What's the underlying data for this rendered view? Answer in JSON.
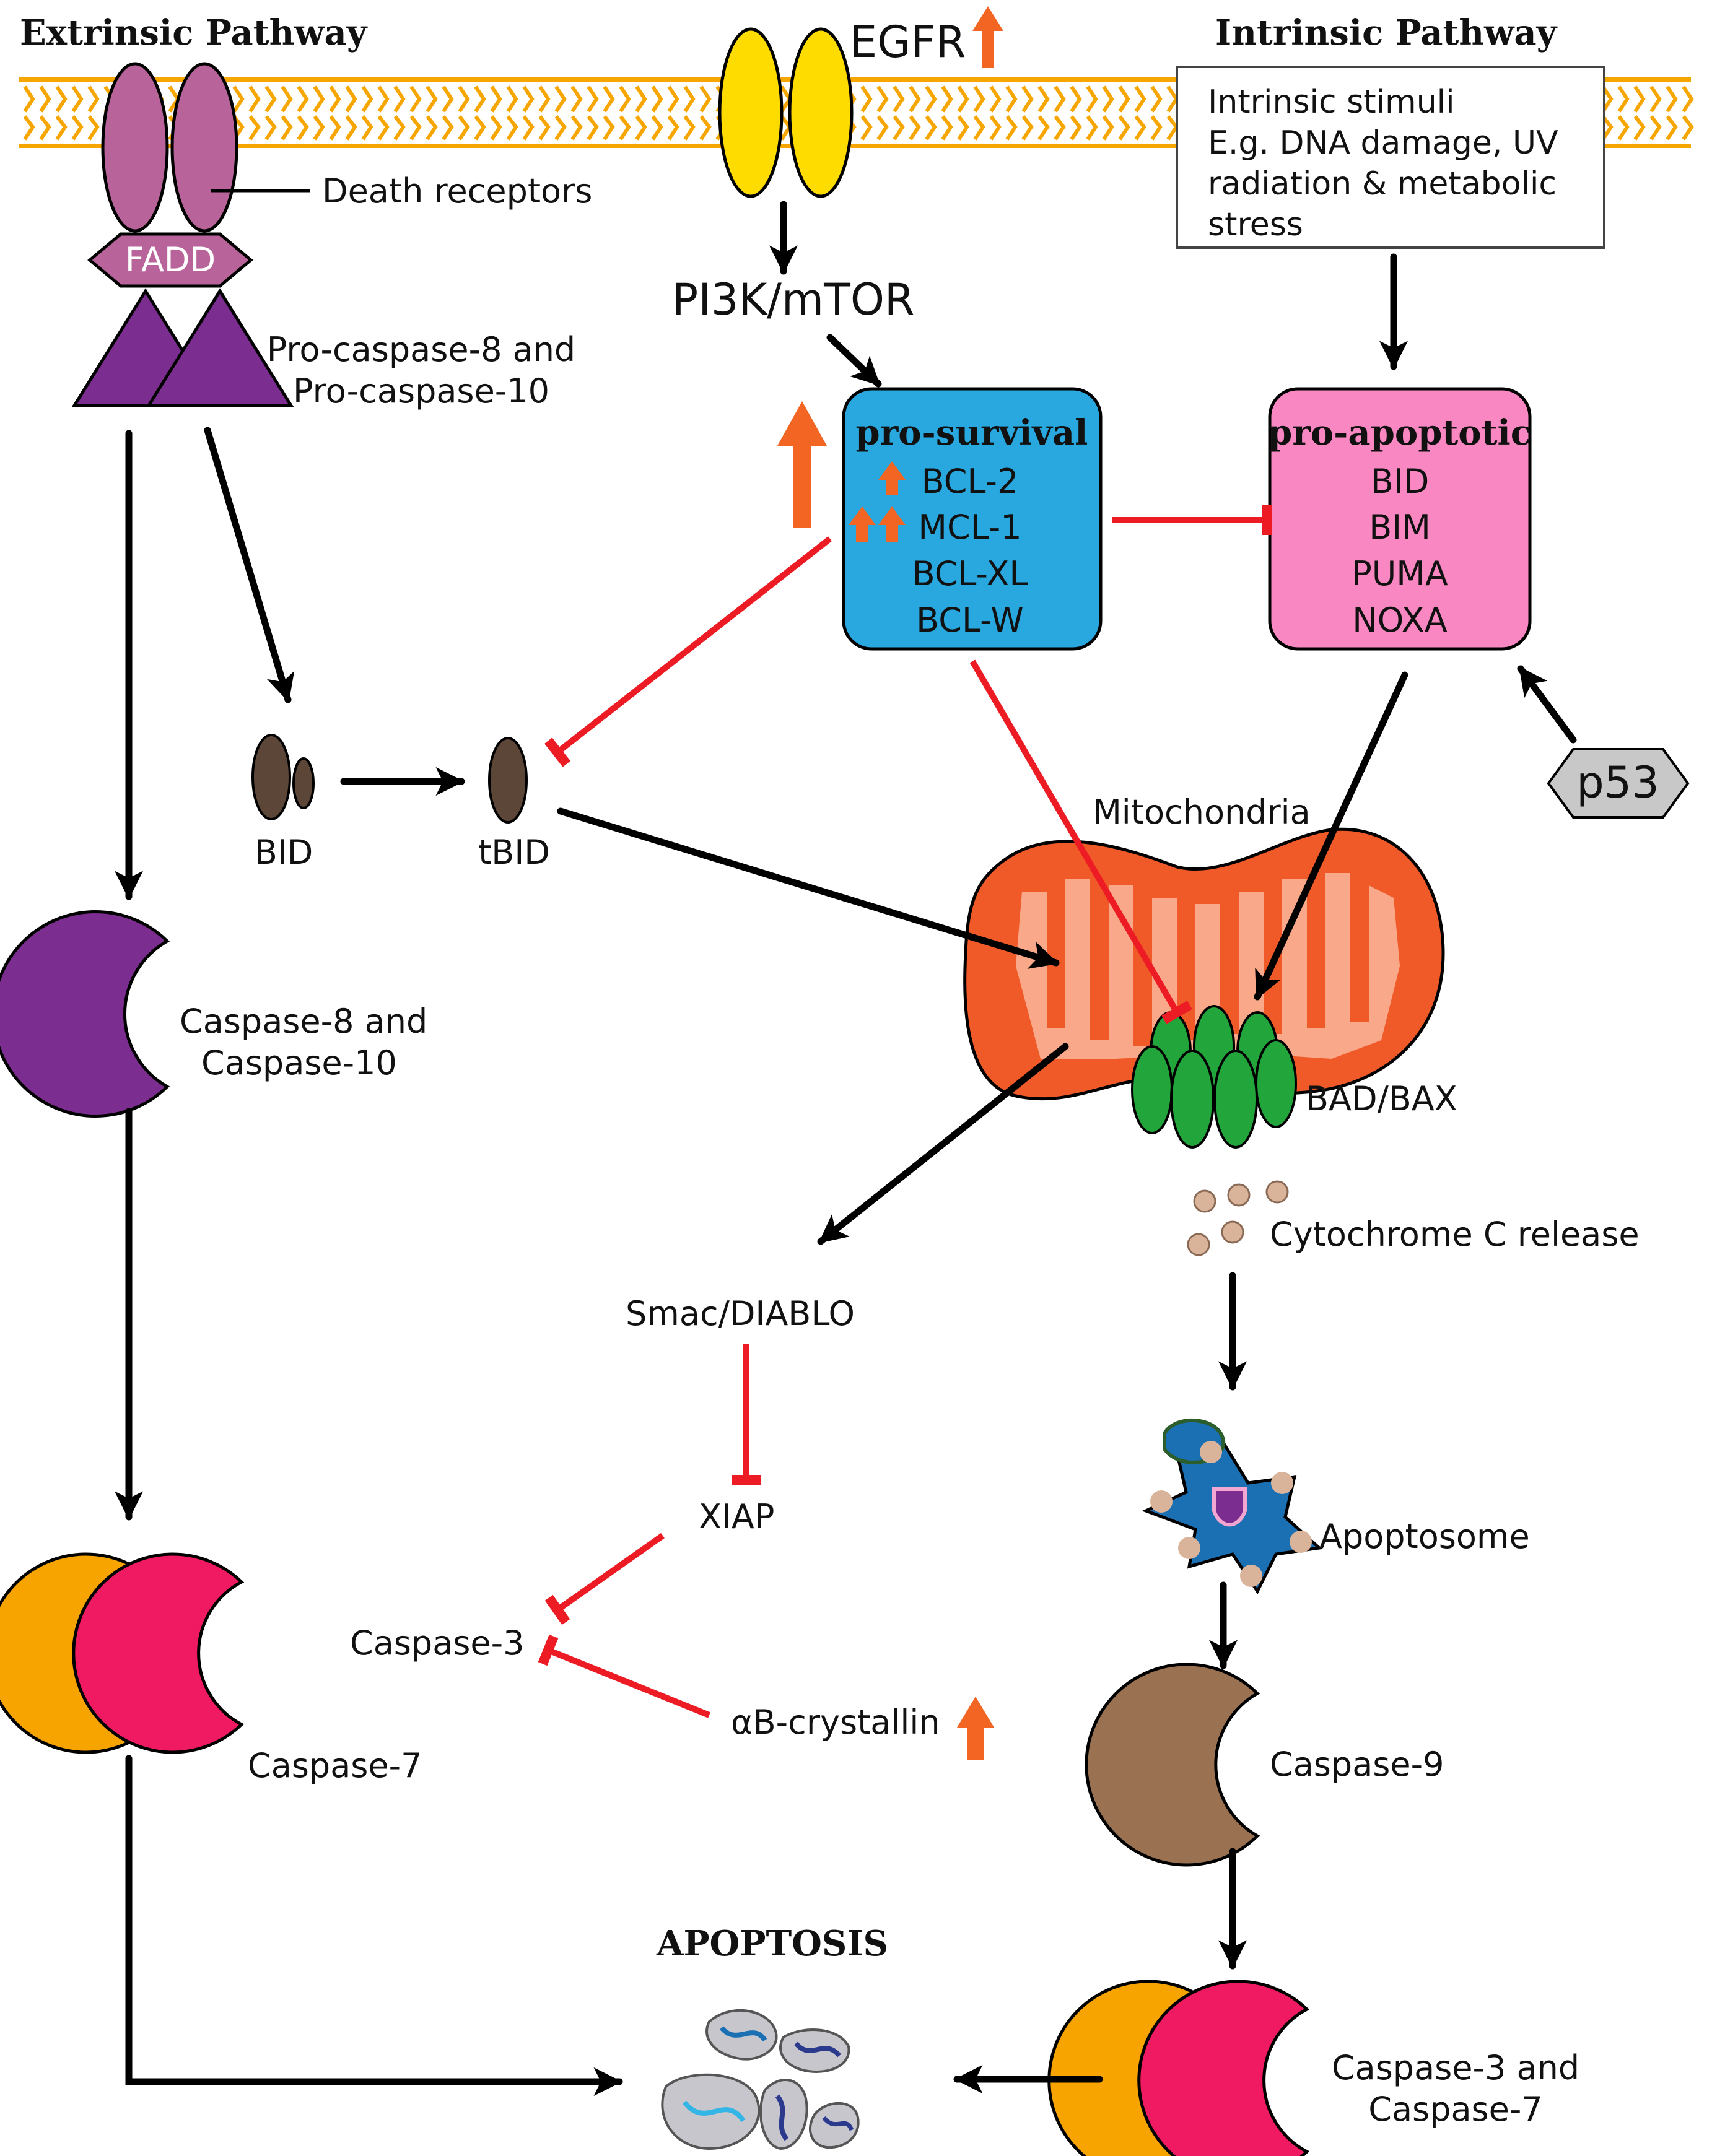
{
  "headers": {
    "extrinsic": "Extrinsic Pathway",
    "intrinsic": "Intrinsic Pathway",
    "apoptosis": "APOPTOSIS"
  },
  "membrane": {
    "egfr": "EGFR",
    "death_receptors": "Death receptors",
    "fadd": "FADD",
    "stimuli_box": [
      "Intrinsic stimuli",
      "E.g. DNA damage, UV",
      "radiation & metabolic",
      "stress"
    ]
  },
  "labels": {
    "procaspase": [
      "Pro-caspase-8 and",
      "Pro-caspase-10"
    ],
    "pi3k": "PI3K/mTOR",
    "bid": "BID",
    "tbid": "tBID",
    "mitochondria": "Mitochondria",
    "p53": "p53",
    "bad_bax": "BAD/BAX",
    "cytochrome": "Cytochrome C release",
    "caspase8_10": [
      "Caspase-8 and",
      "Caspase-10"
    ],
    "smac": "Smac/DIABLO",
    "xiap": "XIAP",
    "caspase3": "Caspase-3",
    "caspase7": "Caspase-7",
    "crystallin": "αB-crystallin",
    "apoptosome": "Apoptosome",
    "caspase9": "Caspase-9",
    "caspase3_7": [
      "Caspase-3 and",
      "Caspase-7"
    ]
  },
  "pro_survival": {
    "title": "pro-survival",
    "items": [
      "BCL-2",
      "MCL-1",
      "BCL-XL",
      "BCL-W"
    ]
  },
  "pro_apoptotic": {
    "title": "pro-apoptotic",
    "items": [
      "BID",
      "BIM",
      "PUMA",
      "NOXA"
    ]
  },
  "colors": {
    "activation_arrow": "#000000",
    "inhibition": "#ed1c24",
    "upregulation": "#f26522",
    "pro_survival_fill": "#29a8e0",
    "pro_apoptotic_fill": "#f987c2",
    "death_receptor": "#b8649b",
    "procaspase": "#7b2d90",
    "caspase_orange": "#f7a400",
    "caspase_pink": "#ef1a62",
    "caspase9": "#9a7252",
    "mitochondria": "#f05a28",
    "bax": "#22a63c",
    "egfr": "#ffdc00",
    "membrane": "#f7a600"
  }
}
